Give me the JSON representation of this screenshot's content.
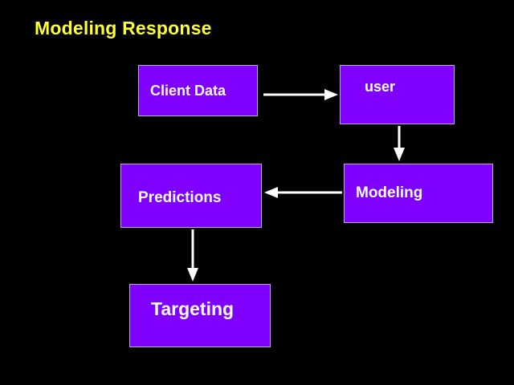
{
  "slide": {
    "title": "Modeling Response"
  },
  "boxes": {
    "client_data": "Client Data",
    "user": "user",
    "modeling": "Modeling",
    "predictions": "Predictions",
    "targeting": "Targeting"
  },
  "colors": {
    "background": "#000000",
    "title": "#ffff33",
    "box_fill": "#8000ff",
    "box_text": "#ffffff",
    "arrow": "#ffffff"
  },
  "connections": [
    {
      "from": "client_data",
      "to": "user"
    },
    {
      "from": "user",
      "to": "modeling"
    },
    {
      "from": "modeling",
      "to": "predictions"
    },
    {
      "from": "predictions",
      "to": "targeting"
    }
  ]
}
